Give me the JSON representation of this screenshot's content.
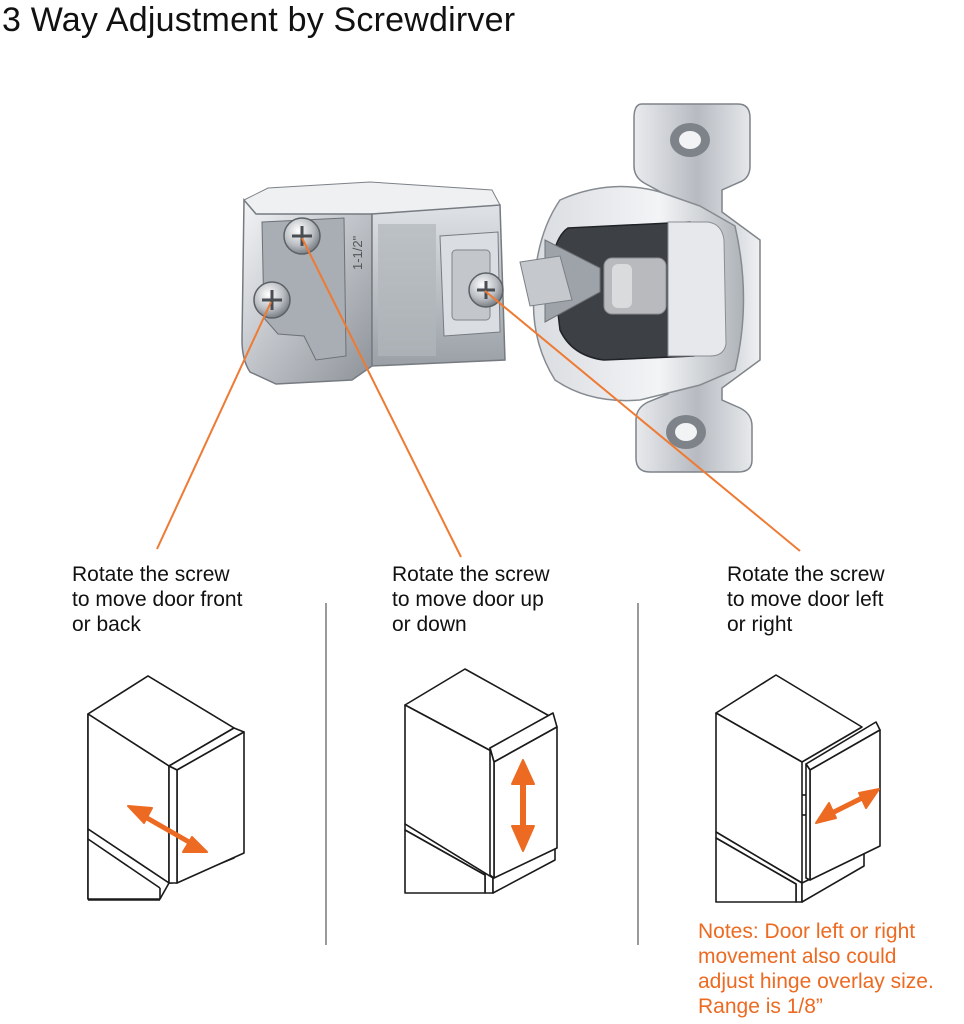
{
  "title": "3 Way Adjustment by Screwdirver",
  "hinge": {
    "size_marking": "1-1/2\""
  },
  "captions": [
    {
      "text": "Rotate the screw\nto move door front\nor back"
    },
    {
      "text": "Rotate the screw\nto move door  up\nor down"
    },
    {
      "text": "Rotate the screw\nto move door left\nor right"
    }
  ],
  "note": "Notes: Door left or right\nmovement also could\nadjust hinge overlay size.\nRange is 1/8”",
  "colors": {
    "accent": "#ec6a21",
    "leader": "#ee7a33",
    "line": "#1a1a1a",
    "divider": "#9a9a9a",
    "metal": "#c9ccd0"
  }
}
